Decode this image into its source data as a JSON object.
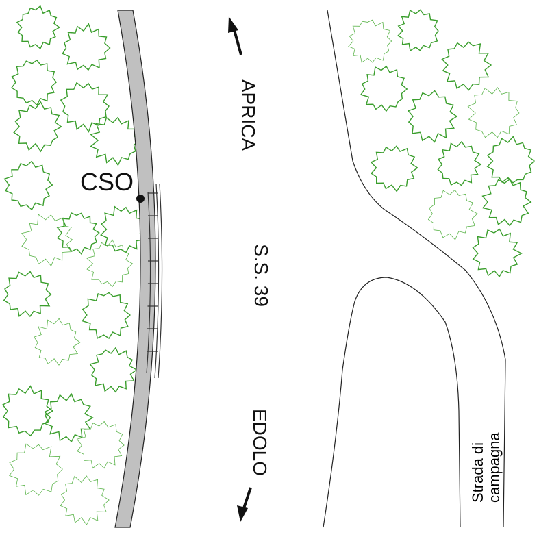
{
  "labels": {
    "cso": "CSO",
    "north_direction": "APRICA",
    "road_name": "S.S. 39",
    "south_direction": "EDOLO",
    "side_road_line1": "Strada di",
    "side_road_line2": "campagna"
  },
  "colors": {
    "tree_dark": "#3a9e2c",
    "tree_light": "#5bb44a",
    "wall_fill": "#c0c0c0",
    "line": "#222222"
  }
}
